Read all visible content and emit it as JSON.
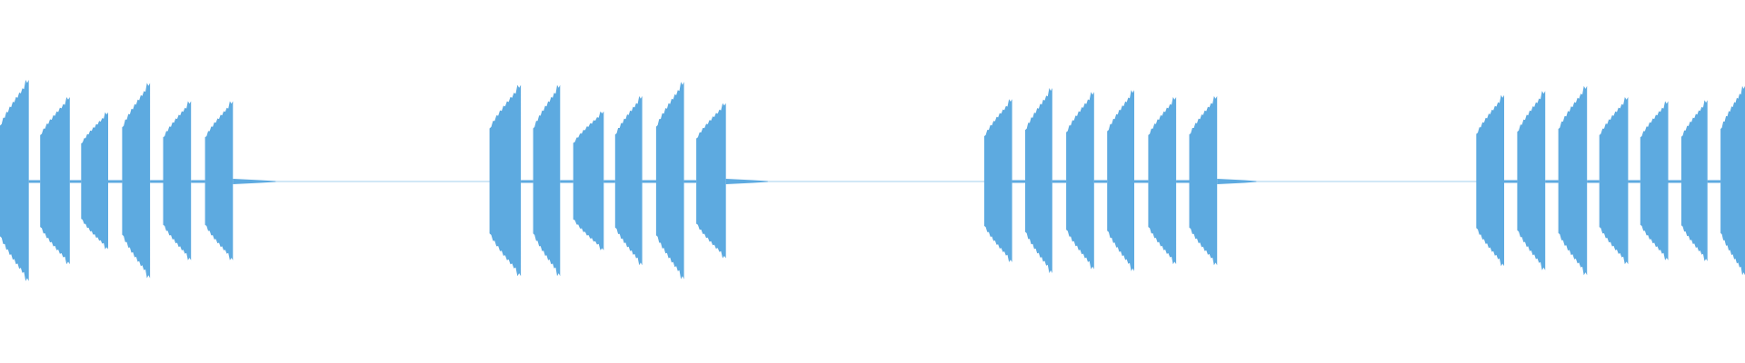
{
  "waveform": {
    "color": "#5DAAE0",
    "background": "#FFFFFF",
    "amplitude_scale": [
      -1,
      1
    ],
    "bursts": [
      {
        "pulses": [
          {
            "start": 0.0,
            "end": 0.0165,
            "peak": 1.0,
            "min_start": 0.55
          },
          {
            "start": 0.023,
            "end": 0.04,
            "peak": 0.83,
            "min_start": 0.55
          },
          {
            "start": 0.0465,
            "end": 0.062,
            "peak": 0.68,
            "min_start": 0.55
          },
          {
            "start": 0.07,
            "end": 0.086,
            "peak": 0.97,
            "min_start": 0.55
          },
          {
            "start": 0.0935,
            "end": 0.1095,
            "peak": 0.79,
            "min_start": 0.55
          },
          {
            "start": 0.1175,
            "end": 0.1335,
            "peak": 0.79,
            "min_start": 0.55
          }
        ],
        "tail_end": 0.158
      },
      {
        "pulses": [
          {
            "start": 0.2805,
            "end": 0.2985,
            "peak": 0.95,
            "min_start": 0.55
          },
          {
            "start": 0.3055,
            "end": 0.321,
            "peak": 0.95,
            "min_start": 0.55
          },
          {
            "start": 0.3285,
            "end": 0.346,
            "peak": 0.69,
            "min_start": 0.55
          },
          {
            "start": 0.3525,
            "end": 0.368,
            "peak": 0.84,
            "min_start": 0.55
          },
          {
            "start": 0.376,
            "end": 0.392,
            "peak": 0.98,
            "min_start": 0.55
          },
          {
            "start": 0.399,
            "end": 0.416,
            "peak": 0.77,
            "min_start": 0.55
          }
        ],
        "tail_end": 0.44
      },
      {
        "pulses": [
          {
            "start": 0.564,
            "end": 0.58,
            "peak": 0.81,
            "min_start": 0.55
          },
          {
            "start": 0.5875,
            "end": 0.603,
            "peak": 0.92,
            "min_start": 0.55
          },
          {
            "start": 0.611,
            "end": 0.627,
            "peak": 0.88,
            "min_start": 0.55
          },
          {
            "start": 0.6345,
            "end": 0.65,
            "peak": 0.9,
            "min_start": 0.55
          },
          {
            "start": 0.658,
            "end": 0.674,
            "peak": 0.83,
            "min_start": 0.55
          },
          {
            "start": 0.6815,
            "end": 0.6975,
            "peak": 0.84,
            "min_start": 0.55
          }
        ],
        "tail_end": 0.72
      },
      {
        "pulses": [
          {
            "start": 0.846,
            "end": 0.862,
            "peak": 0.85,
            "min_start": 0.55
          },
          {
            "start": 0.8695,
            "end": 0.8855,
            "peak": 0.89,
            "min_start": 0.55
          },
          {
            "start": 0.893,
            "end": 0.9095,
            "peak": 0.94,
            "min_start": 0.55
          },
          {
            "start": 0.9165,
            "end": 0.933,
            "peak": 0.83,
            "min_start": 0.55
          },
          {
            "start": 0.94,
            "end": 0.956,
            "peak": 0.79,
            "min_start": 0.55
          },
          {
            "start": 0.9635,
            "end": 0.9785,
            "peak": 0.8,
            "min_start": 0.55
          },
          {
            "start": 0.986,
            "end": 1.0,
            "peak": 0.94,
            "min_start": 0.55
          }
        ],
        "tail_end": 1.0
      }
    ]
  }
}
